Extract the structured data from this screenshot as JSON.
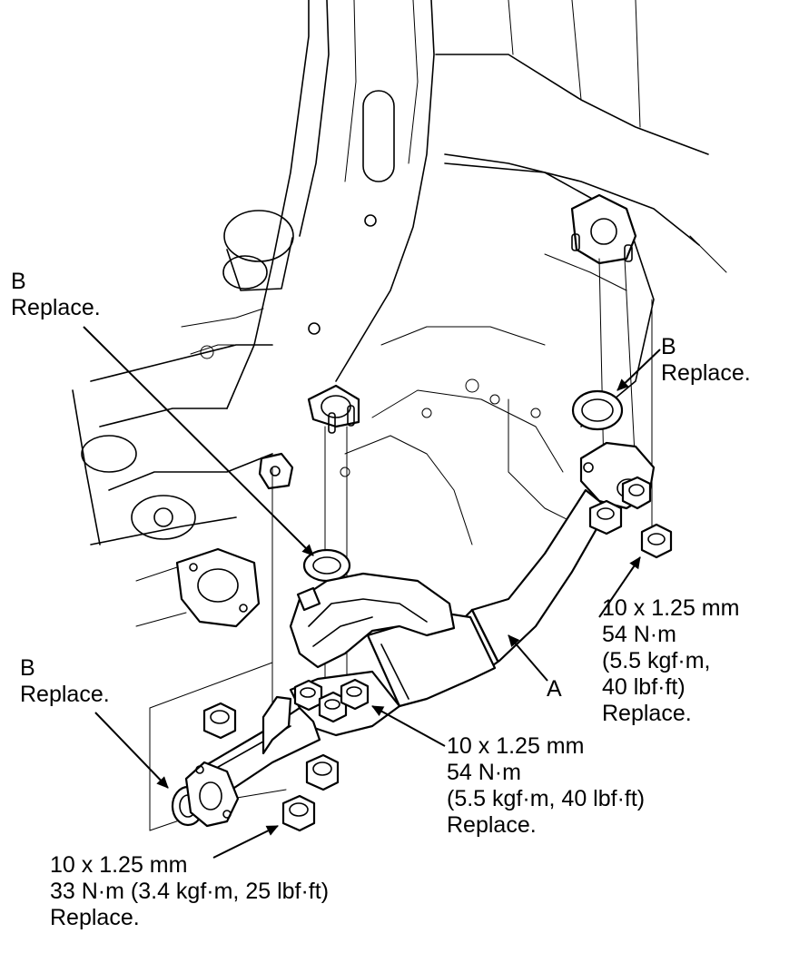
{
  "labels": {
    "b_top_left": {
      "letter": "B",
      "note": "Replace."
    },
    "b_right": {
      "letter": "B",
      "note": "Replace."
    },
    "b_bottom_left": {
      "letter": "B",
      "note": "Replace."
    },
    "a": {
      "letter": "A"
    },
    "bolt_right": {
      "size": "10 x 1.25 mm",
      "torque": "54 N·m",
      "torque_alt_1": "(5.5 kgf·m,",
      "torque_alt_2": "40 lbf·ft)",
      "note": "Replace."
    },
    "bolt_center": {
      "size": "10 x 1.25 mm",
      "torque": "54 N·m",
      "torque_alt": "(5.5 kgf·m, 40 lbf·ft)",
      "note": "Replace."
    },
    "bolt_bottom": {
      "size": "10 x 1.25 mm",
      "torque": "33 N·m (3.4 kgf·m, 25 lbf·ft)",
      "note": "Replace."
    }
  }
}
